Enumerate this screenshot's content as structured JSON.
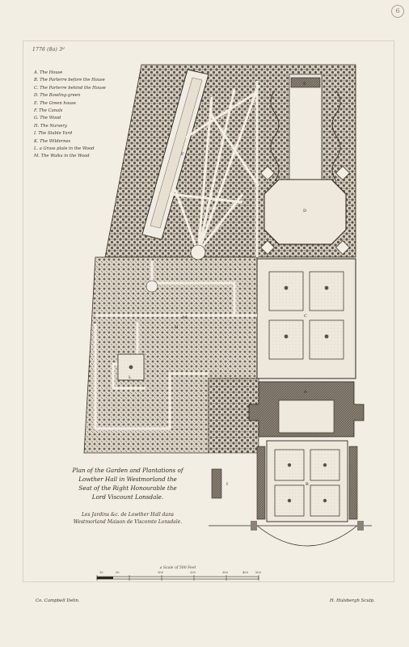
{
  "plate": {
    "reference_code": "1776 (8o) 3ᵈ",
    "corner_mark": "6"
  },
  "legend": [
    "A. The House",
    "B. The Parterre before the House",
    "C. The Parterre behind the House",
    "D. The Bowling-green",
    "E. The Green house",
    "F. The Canals",
    "G. The Wood",
    "H. The Nursery",
    "I. The Stable Yard",
    "K. The Wildernes",
    "L. a Grass plate in the Wood",
    "M. The Walks in the Wood"
  ],
  "title": {
    "lines": [
      "Plan of the Garden and Plantations of",
      "Lowther Hall in Westmorland the",
      "Seat of the Right Honourable the",
      "Lord Viscount Lonsdale."
    ],
    "subtitle_lines": [
      "Les Jardins &c. de Lowther Hall dans",
      "Westmorland Maison de Viscomte Lonsdale."
    ]
  },
  "scale": {
    "label": "a Scale of 500 Feet",
    "ticks": [
      "10",
      "50",
      "100",
      "200",
      "300",
      "400",
      "500"
    ]
  },
  "credits": {
    "left": "Co. Campbell Delin.",
    "right": "H. Hulsbergh Sculp."
  },
  "plan_labels": {
    "house": "A",
    "parterre_front": "B",
    "parterre_back": "C",
    "bowling_green": "D",
    "green_house": "E",
    "canal": "F",
    "nursery": "H",
    "stable_yard": "I",
    "grass_plate": "L",
    "walks": "M"
  },
  "colors": {
    "paper": "#f3eee4",
    "ink": "#2b2620",
    "wood_hatch": "#6f665a"
  }
}
